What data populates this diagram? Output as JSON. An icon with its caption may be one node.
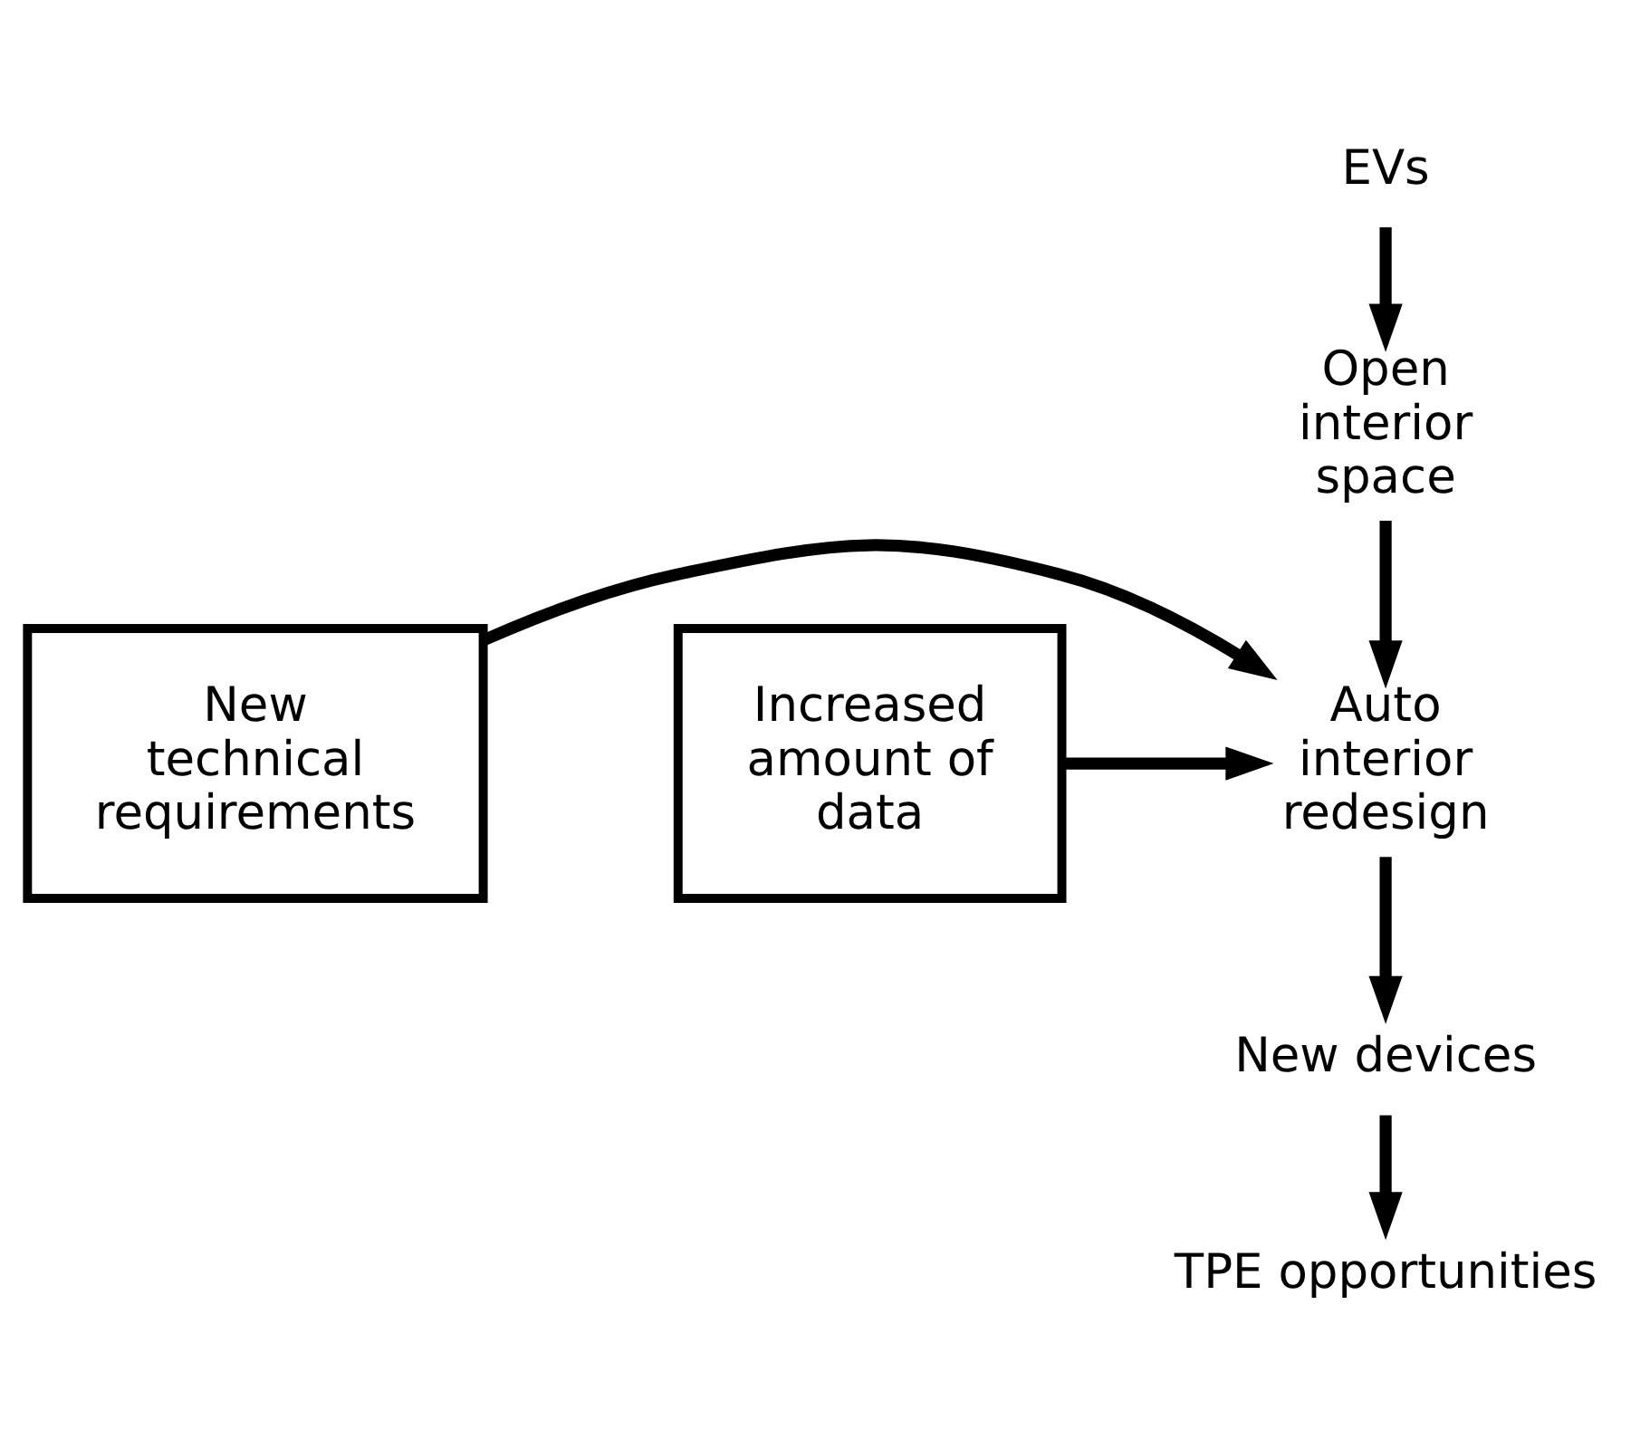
{
  "diagram": {
    "nodes": [
      {
        "text": [
          "EVs"
        ]
      },
      {
        "text": [
          "Open interior space"
        ]
      },
      {
        "text": [
          "New technical requirements"
        ]
      },
      {
        "text": [
          "Auto interior redesign"
        ]
      },
      {
        "text": [
          "Increased amount of data"
        ]
      },
      {
        "text": [
          "New devices"
        ]
      },
      {
        "text": [
          "TPE opportunities"
        ]
      }
    ],
    "edges": [
      {
        "from": 0,
        "to": 1,
        "arrow": "to"
      },
      {
        "from": 1,
        "to": 3,
        "arrow": "to"
      },
      {
        "from": 2,
        "to": 3,
        "arrow": "to"
      },
      {
        "from": 4,
        "to": 3,
        "arrow": "to"
      },
      {
        "from": 3,
        "to": 5,
        "arrow": "to"
      },
      {
        "from": 5,
        "to": 6,
        "arrow": "to"
      }
    ]
  }
}
